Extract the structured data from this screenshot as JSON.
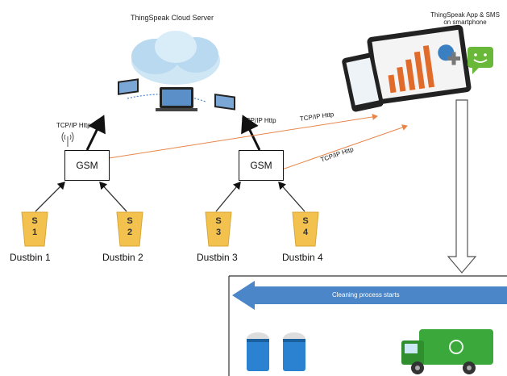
{
  "cloud": {
    "title": "ThingSpeak Cloud Server"
  },
  "phone": {
    "title_line1": "ThingSpeak App & SMS",
    "title_line2": "on smartphone"
  },
  "protocols": {
    "left_gsm": "TCP/IP Http",
    "right_gsm": "TCP/IP Http",
    "orange_upper": "TCP/IP Http",
    "orange_lower": "TCP/IP Http"
  },
  "gsm": {
    "left": "GSM",
    "right": "GSM"
  },
  "dustbins": [
    {
      "code_line1": "S",
      "code_line2": "1",
      "label": "Dustbin 1"
    },
    {
      "code_line1": "S",
      "code_line2": "2",
      "label": "Dustbin 2"
    },
    {
      "code_line1": "S",
      "code_line2": "3",
      "label": "Dustbin 3"
    },
    {
      "code_line1": "S",
      "code_line2": "4",
      "label": "Dustbin 4"
    }
  ],
  "cleaning": {
    "banner": "Cleaning process starts"
  },
  "colors": {
    "orange_link": "#e8864a",
    "banner_blue": "#4a86c8",
    "bin_yellow": "#f2c14e",
    "truck_green": "#3aa83a"
  }
}
